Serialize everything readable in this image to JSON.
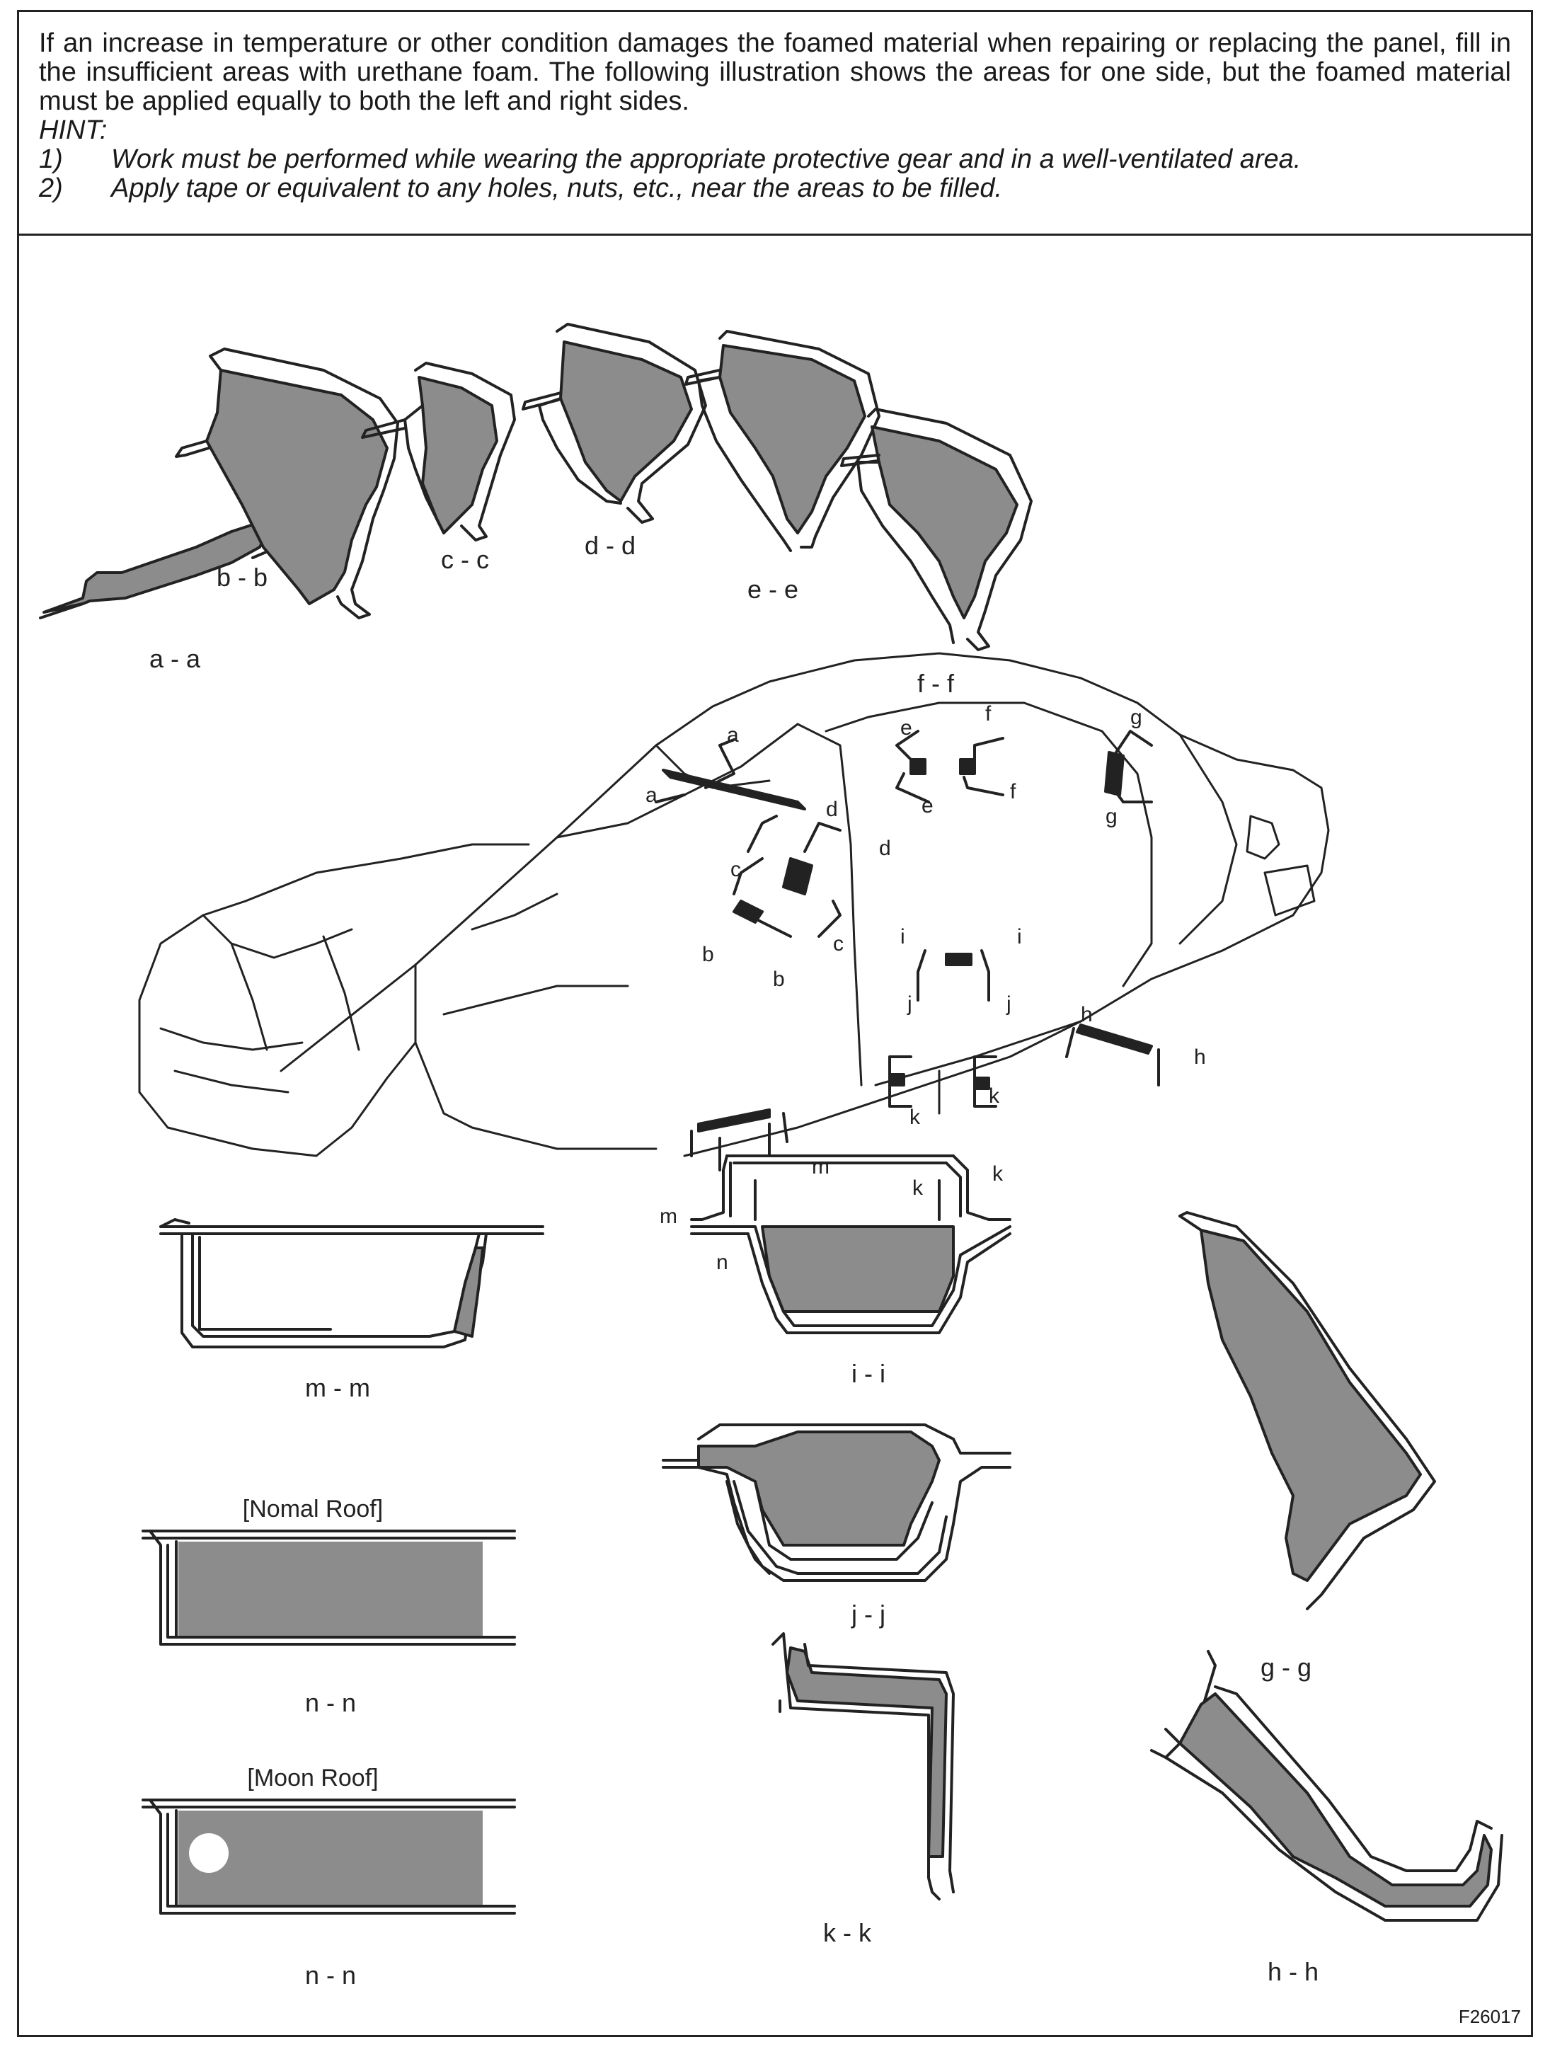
{
  "instructions": {
    "intro": "If an increase in temperature or other condition damages the foamed material when repairing or replacing the panel, fill in the insufficient areas with urethane foam. The following illustration shows the areas for one side, but the foamed material must be applied equally to both the left and right sides.",
    "hint_label": "HINT:",
    "hints": [
      {
        "num": "1)",
        "text": "Work must be performed while wearing the appropriate protective gear and in a well-ventilated area."
      },
      {
        "num": "2)",
        "text": "Apply tape or equivalent to any holes, nuts, etc., near the areas to be filled."
      }
    ]
  },
  "sections": {
    "aa": "a - a",
    "bb": "b - b",
    "cc": "c - c",
    "dd": "d - d",
    "ee": "e - e",
    "ff": "f - f",
    "gg": "g - g",
    "hh": "h - h",
    "ii": "i - i",
    "jj": "j - j",
    "kk": "k - k",
    "mm": "m - m",
    "nn_normal": "n - n",
    "nn_moon": "n - n"
  },
  "roof_variants": {
    "normal": "[Nomal Roof]",
    "moon": "[Moon Roof]"
  },
  "car_markers": {
    "a": "a",
    "b": "b",
    "c": "c",
    "d": "d",
    "e": "e",
    "f": "f",
    "g": "g",
    "h": "h",
    "i": "i",
    "j": "j",
    "k": "k",
    "m": "m",
    "n": "n"
  },
  "figure_id": "F26017",
  "colors": {
    "foam": "#8c8c8c",
    "line": "#222222",
    "background": "#ffffff"
  }
}
